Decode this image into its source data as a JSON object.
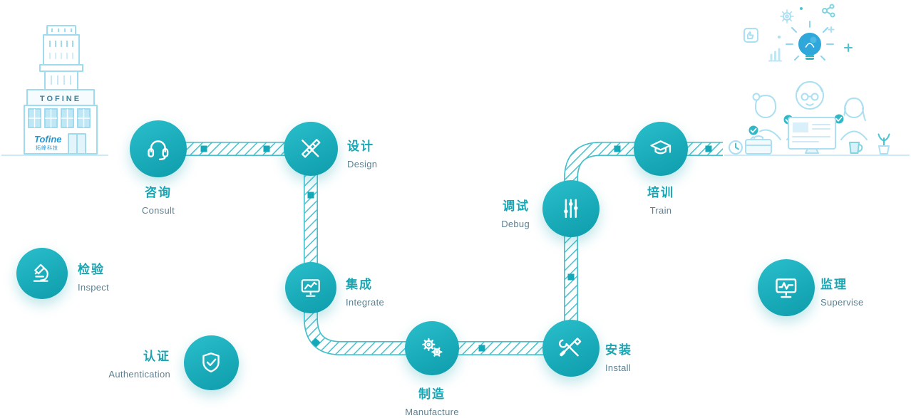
{
  "palette": {
    "node_gradient_start": "#2abecb",
    "node_gradient_end": "#0d9cab",
    "label_cn": "#17a6b4",
    "label_en": "#5e8191",
    "road_border": "#45bfcc",
    "road_hatch": "#49c0cd",
    "road_square": "#14a9b8",
    "art_light_blue": "#a6dcf0",
    "art_teal": "#49c5d2",
    "art_blue": "#2fa7da",
    "background": "#ffffff"
  },
  "steps": [
    {
      "cn": "咨询",
      "en": "Consult",
      "icon": "headset-icon"
    },
    {
      "cn": "设计",
      "en": "Design",
      "icon": "pencil-ruler-icon"
    },
    {
      "cn": "集成",
      "en": "Integrate",
      "icon": "monitor-chart-icon"
    },
    {
      "cn": "制造",
      "en": "Manufacture",
      "icon": "gears-icon"
    },
    {
      "cn": "安装",
      "en": "Install",
      "icon": "crossed-tools-icon"
    },
    {
      "cn": "调试",
      "en": "Debug",
      "icon": "sliders-icon"
    },
    {
      "cn": "培训",
      "en": "Train",
      "icon": "graduation-cap-icon"
    }
  ],
  "side_steps": [
    {
      "cn": "检验",
      "en": "Inspect",
      "icon": "microscope-icon"
    },
    {
      "cn": "认证",
      "en": "Authentication",
      "icon": "shield-check-icon"
    },
    {
      "cn": "监理",
      "en": "Supervise",
      "icon": "monitor-pulse-icon"
    }
  ],
  "building": {
    "sign": "TOFINE",
    "logo": "Tofine",
    "logo_sub": "拓峰科技"
  }
}
